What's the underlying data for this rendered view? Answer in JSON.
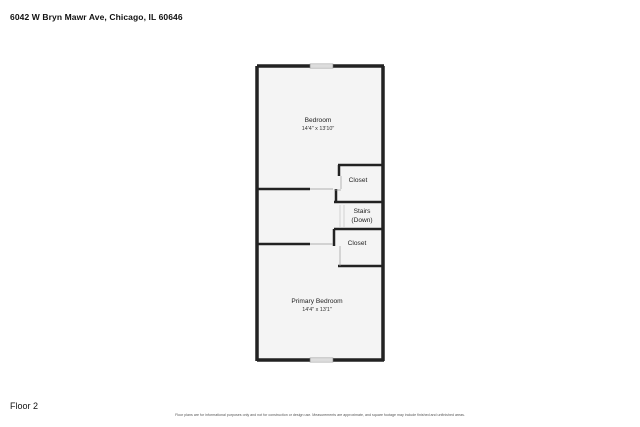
{
  "header": {
    "address": "6042 W Bryn Mawr Ave, Chicago, IL 60646"
  },
  "rooms": {
    "bedroom": {
      "name": "Bedroom",
      "dims": "14'4\" x 13'10\""
    },
    "closet_upper": {
      "name": "Closet"
    },
    "stairs": {
      "name": "Stairs",
      "direction": "(Down)"
    },
    "closet_lower": {
      "name": "Closet"
    },
    "primary_bedroom": {
      "name": "Primary Bedroom",
      "dims": "14'4\" x 13'1\""
    }
  },
  "footer": {
    "floor_label": "Floor 2",
    "disclaimer": "Floor plans are for informational purposes only and not for construction or design use. Measurements are approximate, and square footage may include finished and unfinished areas."
  },
  "colors": {
    "wall": "#222222",
    "floor_fill": "#f4f4f4",
    "background": "#ffffff"
  }
}
